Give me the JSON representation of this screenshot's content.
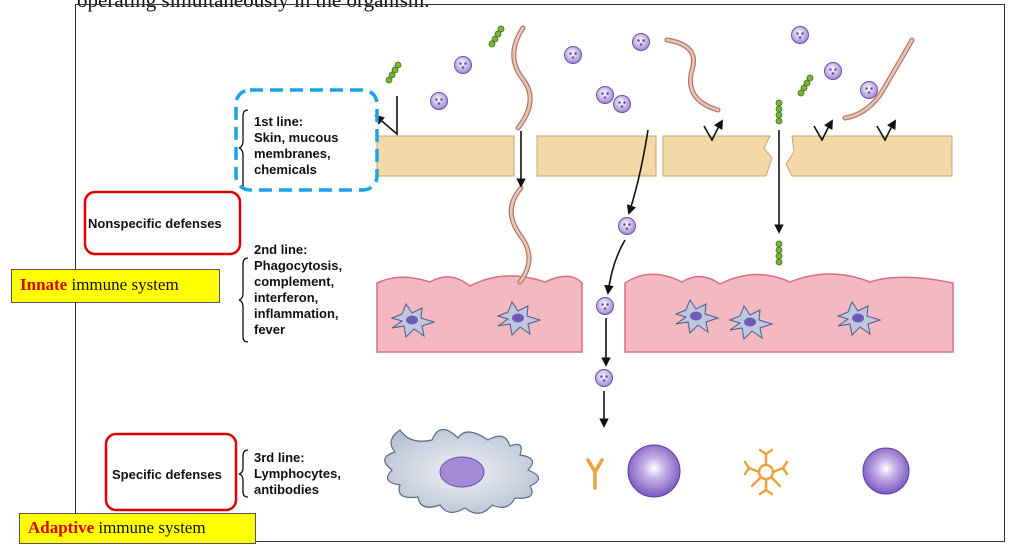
{
  "caption": "operating simultaneously in the organism.",
  "first_line": {
    "lines": [
      "1st line:",
      "Skin, mucous",
      "membranes,",
      "chemicals"
    ]
  },
  "second_line": {
    "lines": [
      "2nd line:",
      "Phagocytosis,",
      "complement,",
      "interferon,",
      "inflammation,",
      "fever"
    ]
  },
  "third_line": {
    "lines": [
      "3rd line:",
      "Lymphocytes,",
      "antibodies"
    ]
  },
  "nonspecific_label": "Nonspecific defenses",
  "specific_label": "Specific defenses",
  "innate": {
    "keyword": "Innate",
    "rest": " immune system"
  },
  "adaptive": {
    "keyword": "Adaptive",
    "rest": " immune system"
  },
  "colors": {
    "highlight": "#ffff00",
    "red_outline": "#e00000",
    "blue_dash": "#1aa3e8",
    "skin": "#f3d9a8",
    "tissue": "#f4b8c0",
    "virus": "#b9a3dc",
    "lymphocyte": "#8d6cc8"
  }
}
